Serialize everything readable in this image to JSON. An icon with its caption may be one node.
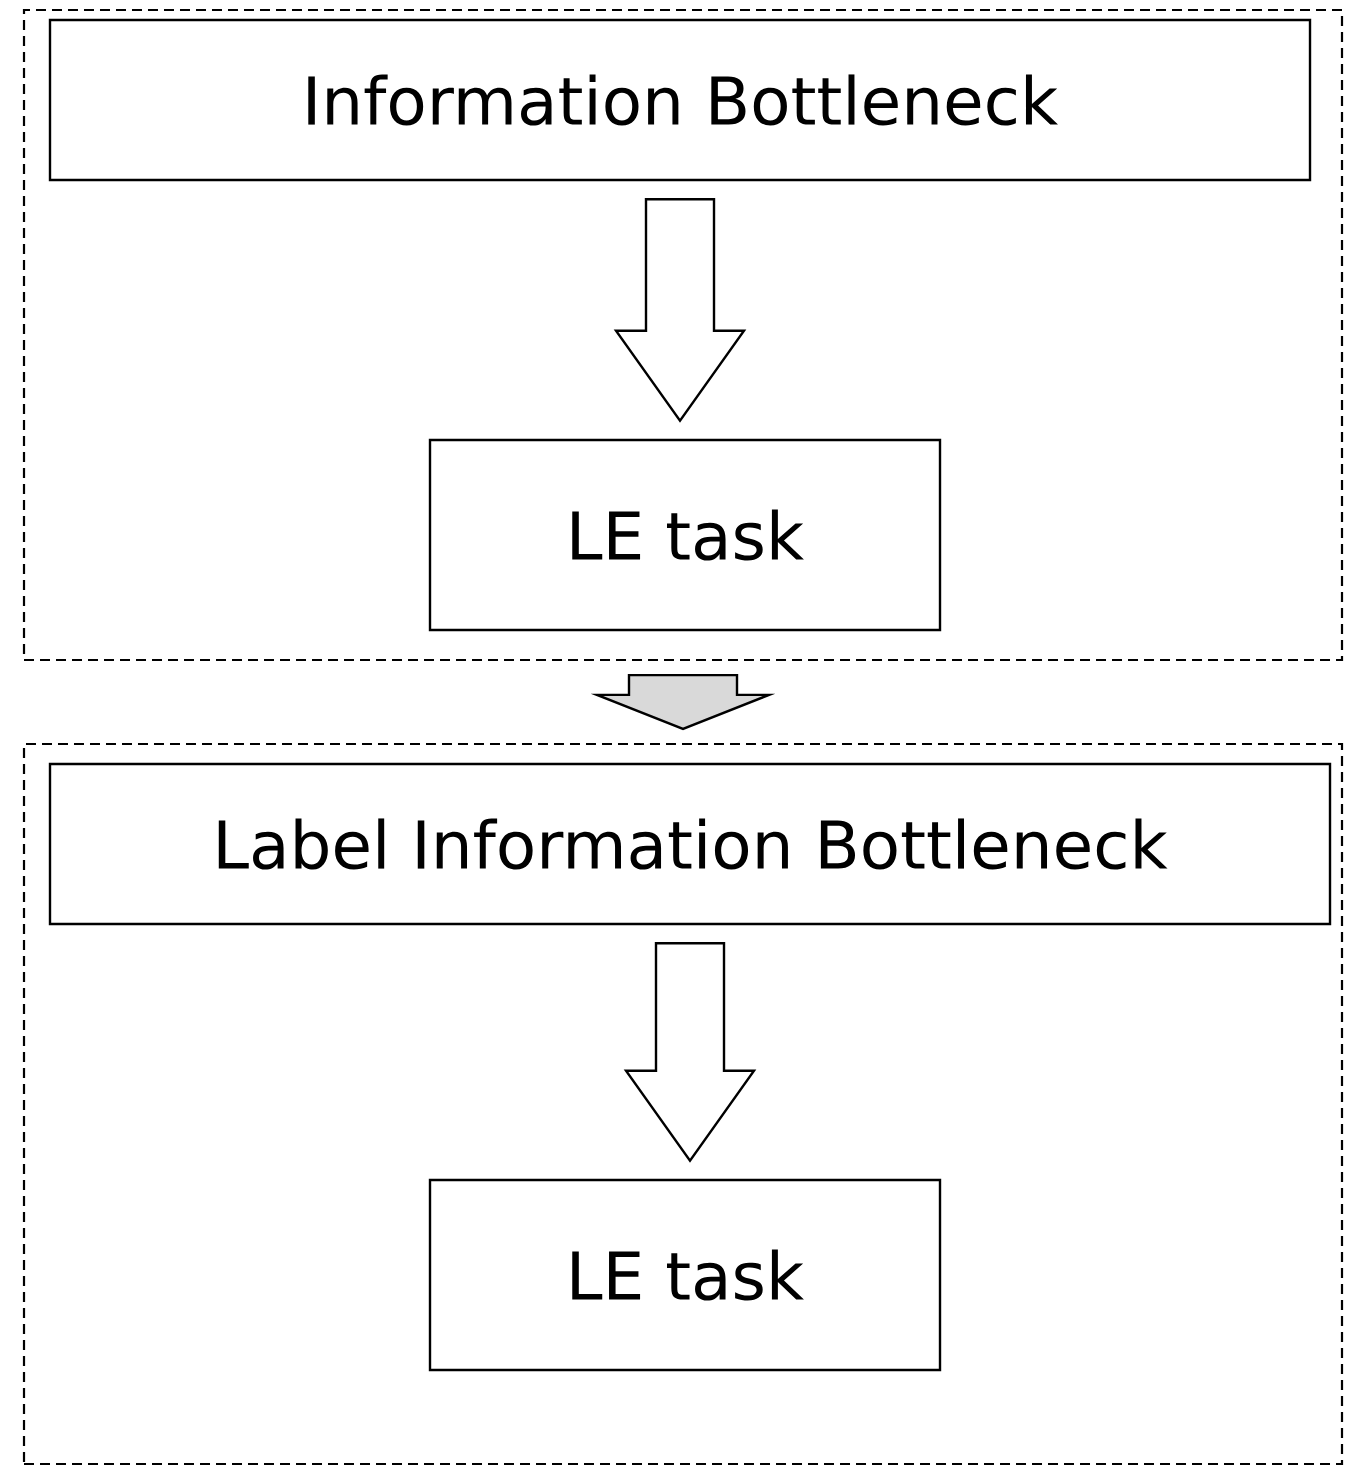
{
  "diagram": {
    "nodes": [
      {
        "text": [],
        "shape": "box"
      },
      {
        "text": [
          "Information Bottleneck"
        ],
        "in": 0
      },
      {
        "text": [
          "LE task"
        ],
        "in": 0
      },
      {
        "text": [],
        "shape": "box"
      },
      {
        "text": [
          "Label Information Bottleneck"
        ],
        "in": 3
      },
      {
        "text": [
          "LE task"
        ],
        "in": 3
      }
    ],
    "edges": [
      {
        "from": 1,
        "to": 2,
        "arrow": "to"
      },
      {
        "from": 0,
        "to": 3,
        "arrow": "to",
        "color": "#d9d9d9"
      },
      {
        "from": 4,
        "to": 5,
        "arrow": "to"
      }
    ]
  }
}
